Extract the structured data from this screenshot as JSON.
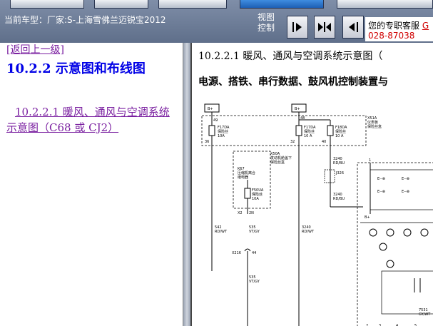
{
  "header": {
    "current_model": "当前车型：厂家:S-上海雪佛兰迈锐宝2012",
    "view_control_label": "视图控制",
    "service_prefix": "您的专职客服",
    "service_name": "G",
    "service_phone": "028-87038"
  },
  "nav_buttons": [
    {
      "icon": "arrow-right-bar-icon"
    },
    {
      "icon": "arrows-split-icon"
    },
    {
      "icon": "arrow-left-bar-icon"
    }
  ],
  "left_pane": {
    "back_link": "[返回上一级]",
    "section_title": "10.2.2 示意图和布线图",
    "sub_link": "10.2.2.1 暖风、通风与空调系统示意图（C68 或 CJ2）"
  },
  "right_pane": {
    "title": "10.2.2.1 暖风、通风与空调系统示意图（",
    "subtitle": "电源、搭铁、串行数据、鼓风机控制装置与"
  },
  "diagram": {
    "labels": {
      "b1": "B+",
      "b2": "B+",
      "pin1": "49",
      "pin2": "48",
      "f1": "F17DA",
      "f1b": "保险丝",
      "f1c": "10A",
      "f2": "F17DA",
      "f2b": "保险丝",
      "f2c": "10 A",
      "f3": "F18DA",
      "f3b": "保险丝",
      "f3c": "10 A",
      "x51a": "X51A",
      "x51a_b": "仪表板",
      "x51a_c": "保险丝盒",
      "n36": "36",
      "n32": "32",
      "n40": "40",
      "x50a": "X50A",
      "x50a_b": "发动机舱盖下",
      "x50a_c": "保险丝盒",
      "k67": "K67",
      "k67b": "压缩机离合",
      "k67c": "继电器",
      "kx": "F50UA",
      "kx2": "保险丝",
      "kx3": "10A",
      "x2": "X2",
      "n2n": "2N",
      "w1": "3240",
      "w1b": "RD/BU",
      "j": "J326",
      "w2": "3240",
      "w2b": "RD/BU",
      "w3": "542",
      "w3b": "RD/WT",
      "w4": "535",
      "w4b": "VT/GY",
      "w5": "3240",
      "w5b": "RD/WT",
      "x216": "X216",
      "n44": "44",
      "w6": "535",
      "w6b": "VT/GY",
      "bplus3": "B+",
      "n1": "1",
      "n2": "2",
      "n3": "3",
      "n4": "4",
      "n5": "5",
      "w7": "7531",
      "w7b": "GY/WT"
    }
  }
}
